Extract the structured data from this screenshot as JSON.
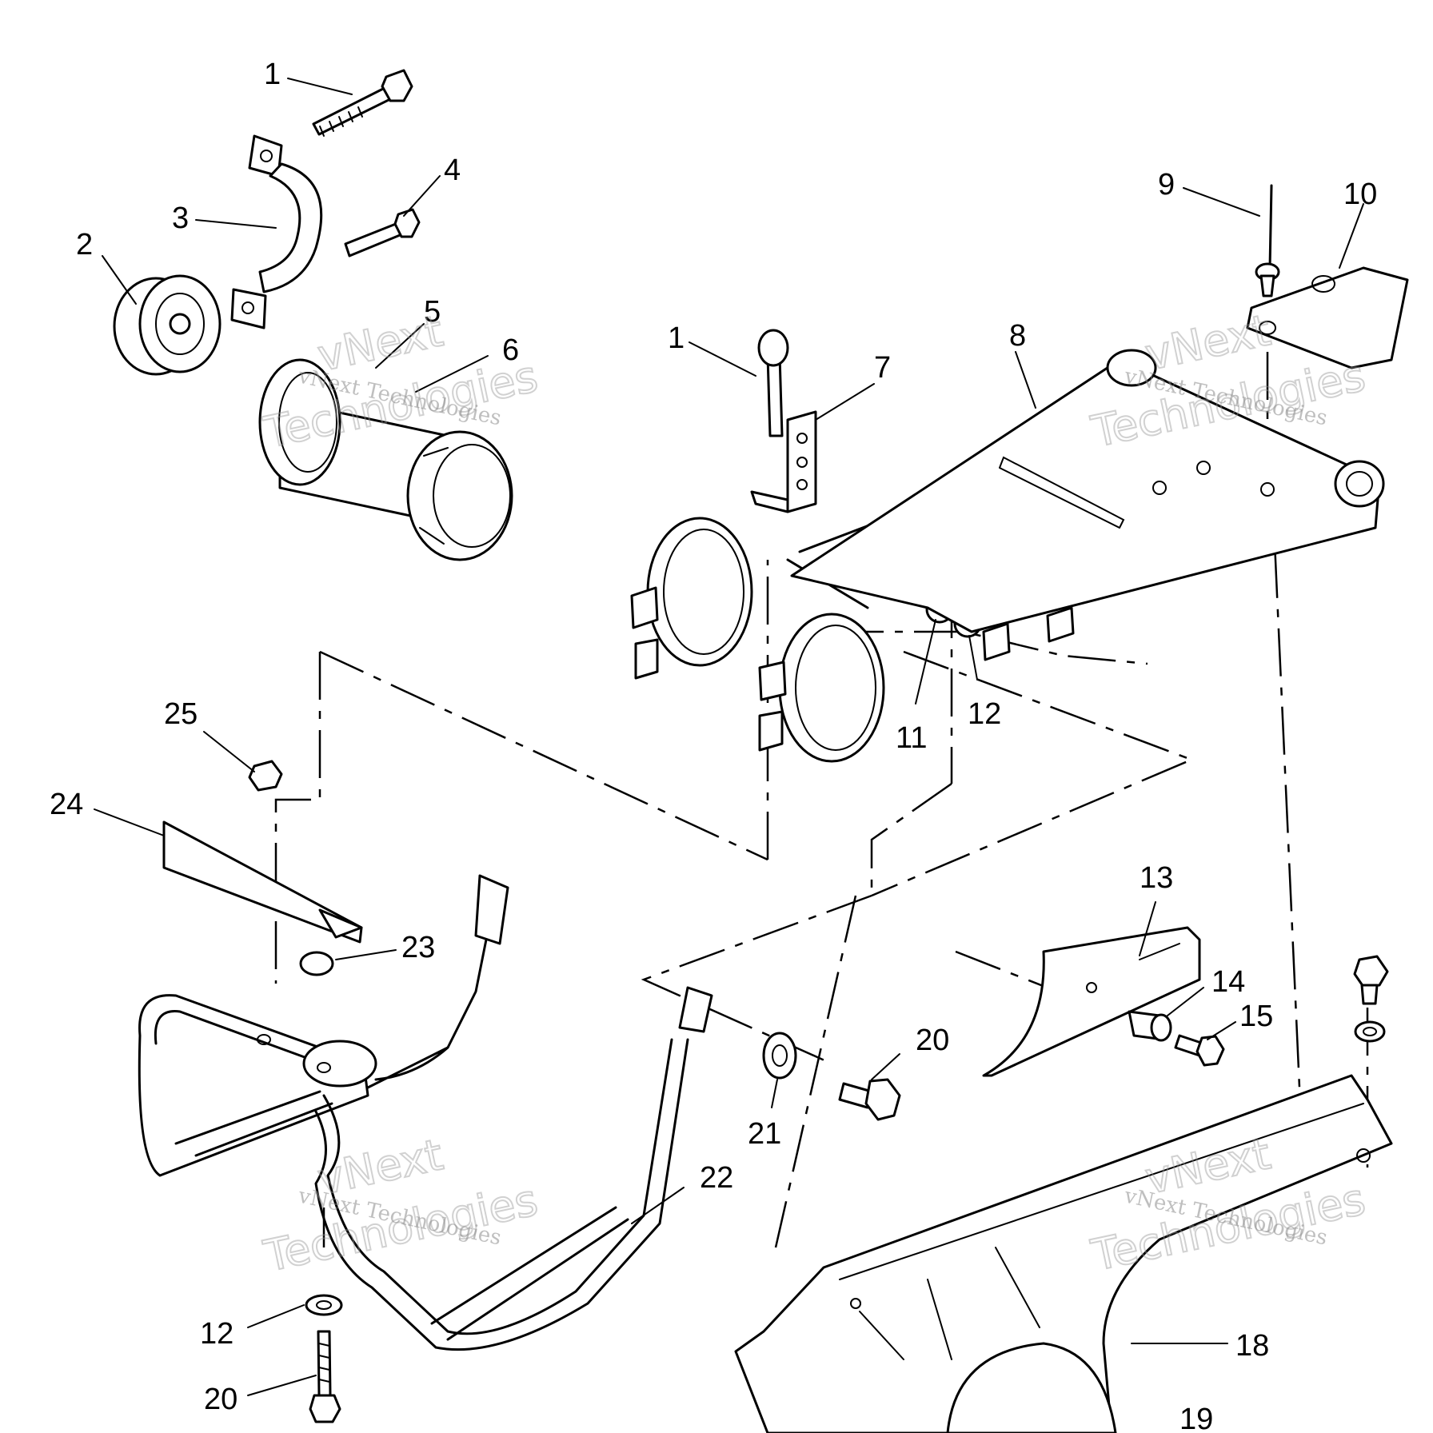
{
  "diagram": {
    "callouts": {
      "c1a": "1",
      "c2": "2",
      "c3": "3",
      "c4": "4",
      "c5": "5",
      "c6": "6",
      "c1b": "1",
      "c7": "7",
      "c8": "8",
      "c9": "9",
      "c10": "10",
      "c11": "11",
      "c12a": "12",
      "c13": "13",
      "c14": "14",
      "c15": "15",
      "c20a": "20",
      "c21": "21",
      "c22": "22",
      "c23": "23",
      "c24": "24",
      "c25": "25",
      "c12b": "12",
      "c20b": "20",
      "c18": "18",
      "c19": "19"
    },
    "watermark": {
      "line1": "vNext Technologies",
      "big_top": "vNext",
      "big_bottom": "Technologies"
    }
  }
}
